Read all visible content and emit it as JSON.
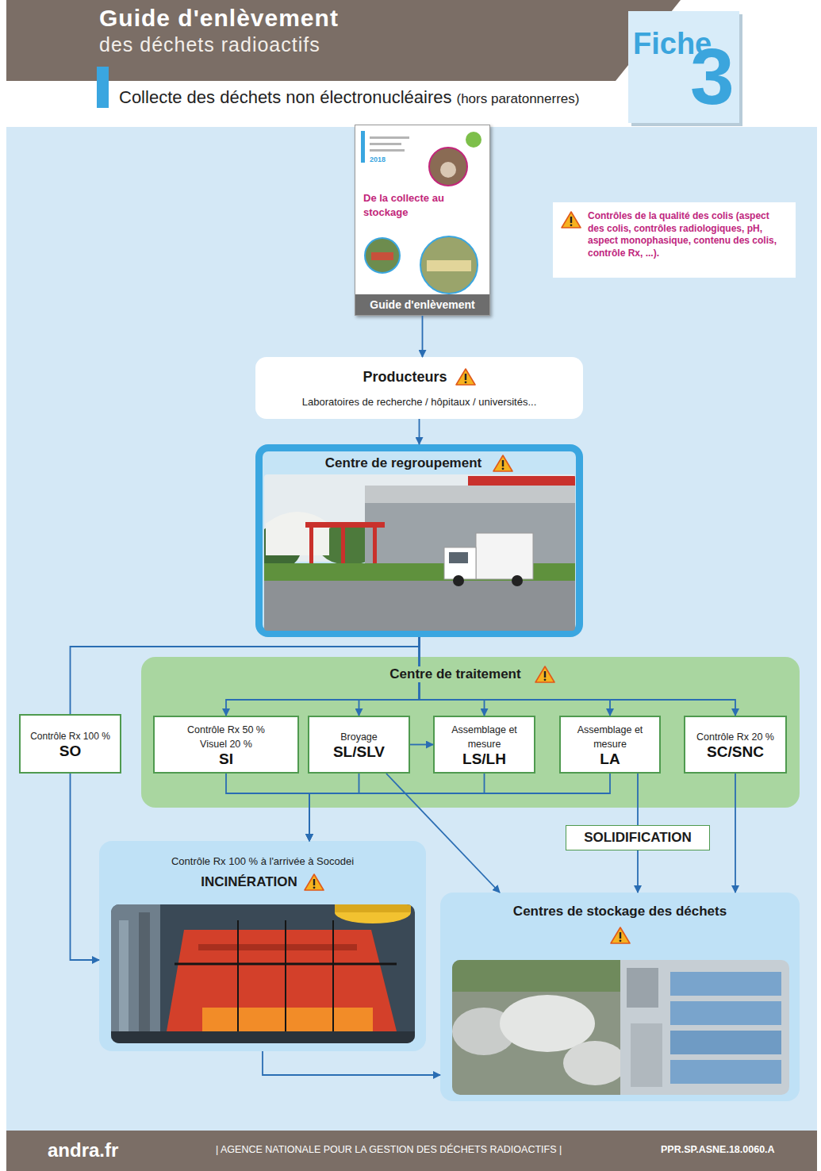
{
  "diagram": {
    "title": "Guide d'enlèvement",
    "nodes": [
      {
        "text": [
          "De la collecte au stockage",
          "Guide d'enlèvement"
        ]
      },
      {
        "text": [
          "Contrôles de la qualité des colis (aspect des colis, contrôles radiologiques, pH, aspect monophasique, contenu des colis, contrôle Rx, ...)."
        ]
      },
      {
        "text": [
          "Producteurs",
          "Laboratoires de recherche / hôpitaux / universités..."
        ]
      },
      {
        "text": [
          "Centre de regroupement"
        ]
      },
      {
        "text": [
          "Contrôle Rx 100 %",
          "SO"
        ]
      },
      {
        "text": [
          "Centre de traitement"
        ]
      },
      {
        "text": [
          "Contrôle Rx 50 % Visuel 20 %",
          "SI"
        ],
        "in": 5
      },
      {
        "text": [
          "Broyage",
          "SL/SLV"
        ],
        "in": 5
      },
      {
        "text": [
          "Assemblage et mesure",
          "LS/LH"
        ],
        "in": 5
      },
      {
        "text": [
          "Assemblage et mesure",
          "LA"
        ],
        "in": 5
      },
      {
        "text": [
          "Contrôle Rx 20 %",
          "SC/SNC"
        ],
        "in": 5
      },
      {
        "text": [
          "SOLIDIFICATION"
        ]
      },
      {
        "text": [
          "Contrôle Rx 100 % à l'arrivée à Socodei",
          "INCINÉRATION"
        ]
      },
      {
        "text": [
          "Centres de stockage des déchets"
        ]
      }
    ],
    "edges": [
      {
        "from": 0,
        "to": 2,
        "arrow": "to"
      },
      {
        "from": 2,
        "to": 3,
        "arrow": "to"
      },
      {
        "from": 3,
        "to": 4,
        "arrow": "none"
      },
      {
        "from": 3,
        "to": 6,
        "arrow": "to"
      },
      {
        "from": 3,
        "to": 7,
        "arrow": "to"
      },
      {
        "from": 3,
        "to": 8,
        "arrow": "to"
      },
      {
        "from": 3,
        "to": 9,
        "arrow": "to"
      },
      {
        "from": 3,
        "to": 10,
        "arrow": "to"
      },
      {
        "from": 7,
        "to": 8,
        "arrow": "to"
      },
      {
        "from": 4,
        "to": 12,
        "arrow": "to"
      },
      {
        "from": 6,
        "to": 12,
        "arrow": "to"
      },
      {
        "from": 7,
        "to": 12,
        "arrow": "to"
      },
      {
        "from": 8,
        "to": 12,
        "arrow": "to"
      },
      {
        "from": 9,
        "to": 12,
        "arrow": "to"
      },
      {
        "from": 7,
        "to": 13,
        "arrow": "to"
      },
      {
        "from": 9,
        "to": 11,
        "arrow": "none"
      },
      {
        "from": 11,
        "to": 13,
        "arrow": "to"
      },
      {
        "from": 10,
        "to": 13,
        "arrow": "to"
      },
      {
        "from": 12,
        "to": 13,
        "arrow": "to"
      }
    ],
    "labels": [
      "des déchets radioactifs",
      "Fiche",
      "3",
      "Collecte des déchets non électronucléaires",
      "(hors paratonnerres)",
      "2018",
      "andra.fr",
      "| AGENCE NATIONALE POUR LA GESTION DES DÉCHETS RADIOACTIFS |",
      "PPR.SP.ASNE.18.0060.A"
    ]
  }
}
